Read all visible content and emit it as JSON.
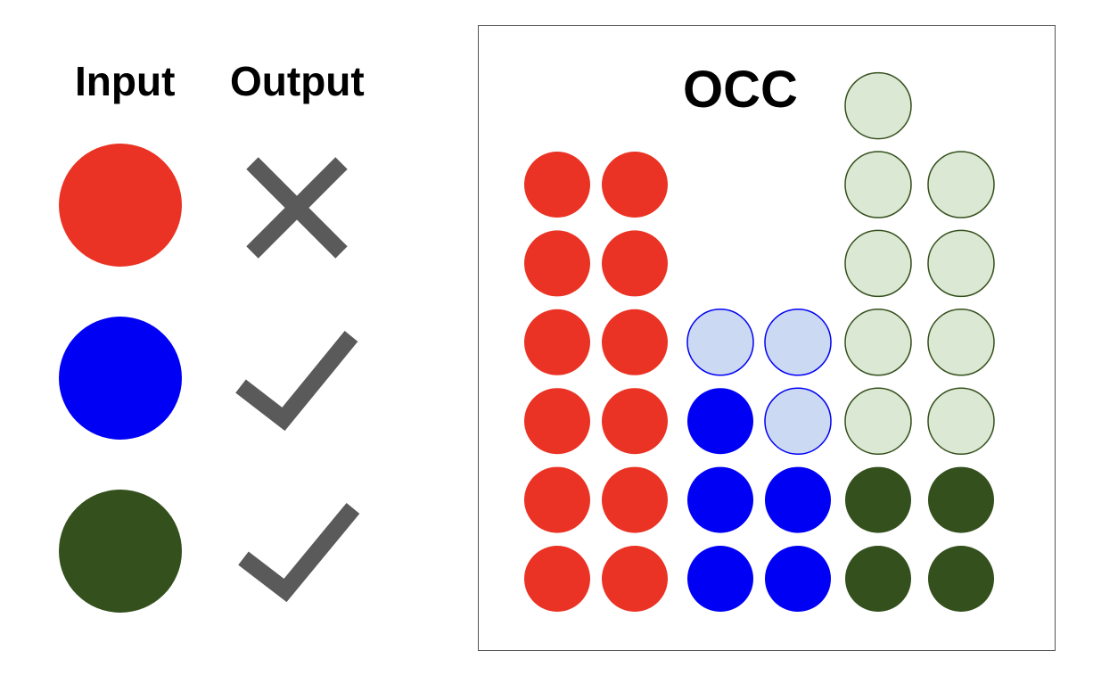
{
  "legend": {
    "input_header": "Input",
    "output_header": "Output",
    "rows": [
      {
        "class": "red",
        "output": "cross-icon"
      },
      {
        "class": "blue",
        "output": "check-icon"
      },
      {
        "class": "green",
        "output": "check-icon"
      }
    ]
  },
  "occ": {
    "title": "OCC",
    "columns": [
      {
        "class": "red",
        "filled": 12,
        "faded": 0
      },
      {
        "class": "blue",
        "filled": 5,
        "faded": 3
      },
      {
        "class": "green",
        "filled": 4,
        "faded": 9
      }
    ]
  },
  "colors": {
    "red": "#ea3324",
    "blue": "#0000f5",
    "green": "#34501d",
    "blue_faded": "#ccd9f2",
    "blue_faded_stroke": "#0000f5",
    "green_faded": "#dbe8d3",
    "green_faded_stroke": "#34501d",
    "mark": "#5a5a5a",
    "box_border": "#555555"
  }
}
